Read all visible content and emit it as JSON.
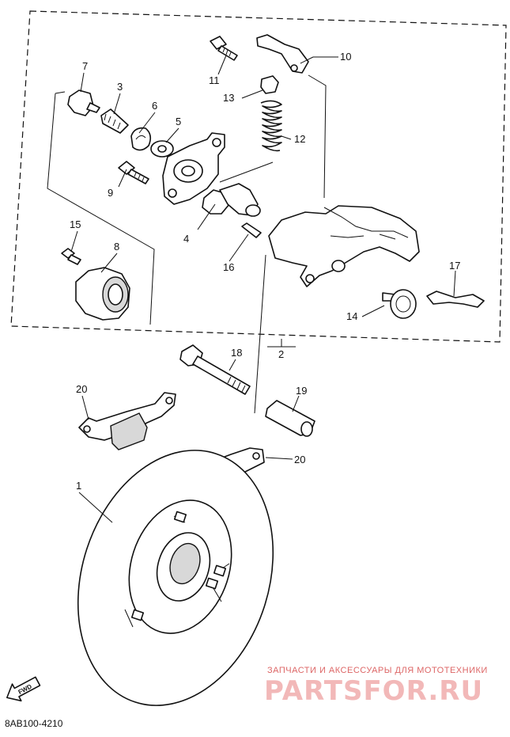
{
  "diagram": {
    "callouts": [
      {
        "id": "c1",
        "text": "1"
      },
      {
        "id": "c2",
        "text": "2"
      },
      {
        "id": "c3",
        "text": "3"
      },
      {
        "id": "c4",
        "text": "4"
      },
      {
        "id": "c5",
        "text": "5"
      },
      {
        "id": "c6",
        "text": "6"
      },
      {
        "id": "c7",
        "text": "7"
      },
      {
        "id": "c8",
        "text": "8"
      },
      {
        "id": "c9",
        "text": "9"
      },
      {
        "id": "c10",
        "text": "10"
      },
      {
        "id": "c11",
        "text": "11"
      },
      {
        "id": "c12",
        "text": "12"
      },
      {
        "id": "c13",
        "text": "13"
      },
      {
        "id": "c14",
        "text": "14"
      },
      {
        "id": "c15",
        "text": "15"
      },
      {
        "id": "c16",
        "text": "16"
      },
      {
        "id": "c17",
        "text": "17"
      },
      {
        "id": "c18",
        "text": "18"
      },
      {
        "id": "c19",
        "text": "19"
      },
      {
        "id": "c20a",
        "text": "20"
      },
      {
        "id": "c20b",
        "text": "20"
      }
    ],
    "direction_marker": "FWD",
    "figure_code": "8AB100-4210"
  },
  "watermark": {
    "tagline": "ЗАПЧАСТИ И АКСЕССУАРЫ ДЛЯ МОТОТЕХНИКИ",
    "brand": "PARTSFOR.RU",
    "color": "#e07a7a"
  }
}
